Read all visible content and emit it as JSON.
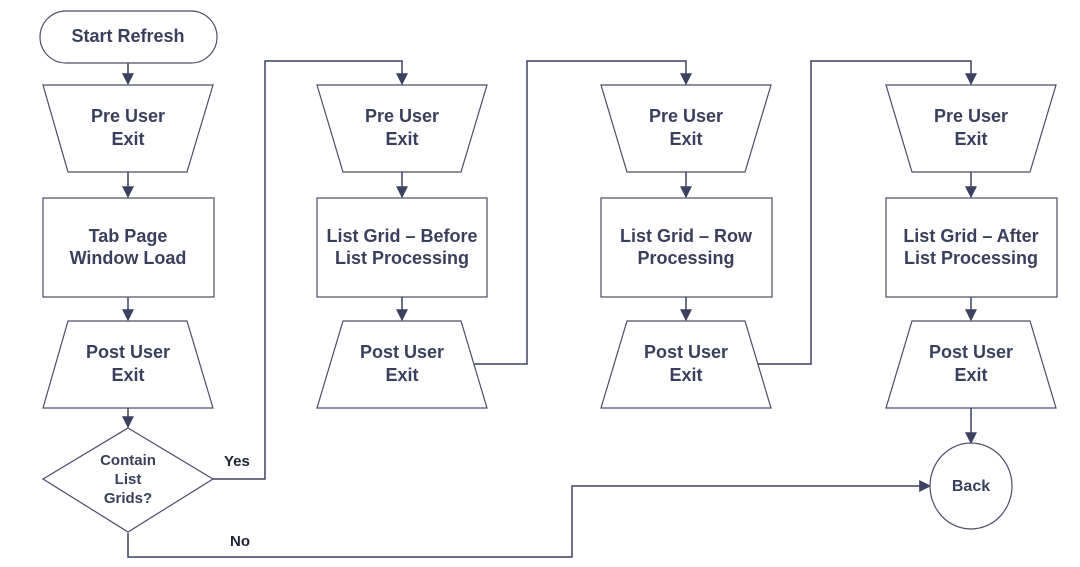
{
  "nodes": {
    "start": "Start Refresh",
    "pre1": [
      "Pre User",
      "Exit"
    ],
    "tabload": [
      "Tab Page",
      "Window Load"
    ],
    "post1": [
      "Post User",
      "Exit"
    ],
    "decision": [
      "Contain",
      "List",
      "Grids?"
    ],
    "pre2": [
      "Pre User",
      "Exit"
    ],
    "before": [
      "List Grid – Before",
      "List Processing"
    ],
    "post2": [
      "Post User",
      "Exit"
    ],
    "pre3": [
      "Pre User",
      "Exit"
    ],
    "row": [
      "List Grid – Row",
      "Processing"
    ],
    "post3": [
      "Post User",
      "Exit"
    ],
    "pre4": [
      "Pre User",
      "Exit"
    ],
    "after": [
      "List Grid – After",
      "List Processing"
    ],
    "post4": [
      "Post User",
      "Exit"
    ],
    "back": "Back"
  },
  "edges": {
    "yes": "Yes",
    "no": "No"
  }
}
